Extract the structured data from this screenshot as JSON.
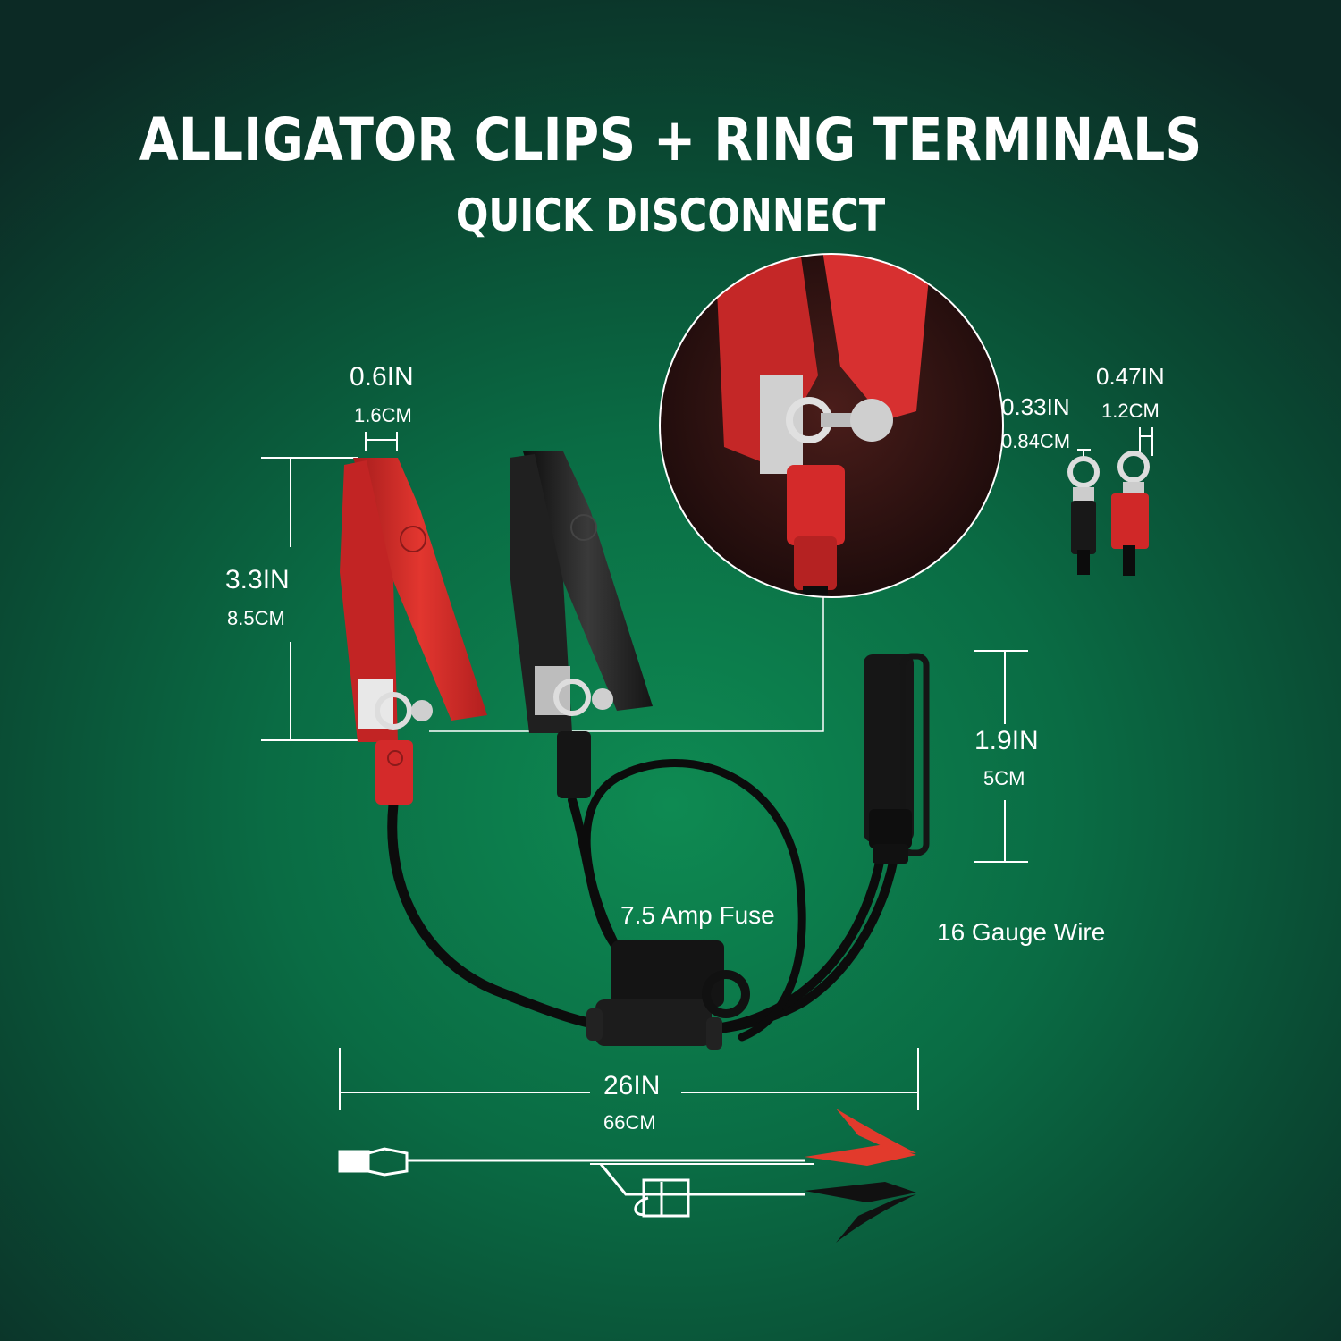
{
  "header": {
    "title": "ALLIGATOR CLIPS + RING TERMINALS",
    "subtitle": "QUICK DISCONNECT"
  },
  "dimensions": {
    "clip_width_in": "0.6IN",
    "clip_width_cm": "1.6CM",
    "clip_length_in": "3.3IN",
    "clip_length_cm": "8.5CM",
    "ring_small_in": "0.33IN",
    "ring_small_cm": "0.84CM",
    "ring_large_in": "0.47IN",
    "ring_large_cm": "1.2CM",
    "connector_in": "1.9IN",
    "connector_cm": "5CM",
    "cable_length_in": "26IN",
    "cable_length_cm": "66CM"
  },
  "callouts": {
    "fuse": "7.5 Amp Fuse",
    "wire": "16 Gauge Wire"
  },
  "colors": {
    "background": "#0a6c44",
    "red_clip": "#d42a2a",
    "black_clip": "#1c1c1c",
    "dim_line": "#ffffff"
  },
  "icons": [
    "red-alligator-clip-icon",
    "black-alligator-clip-icon",
    "ring-terminal-icon",
    "sae-connector-icon",
    "fuse-holder-icon"
  ]
}
